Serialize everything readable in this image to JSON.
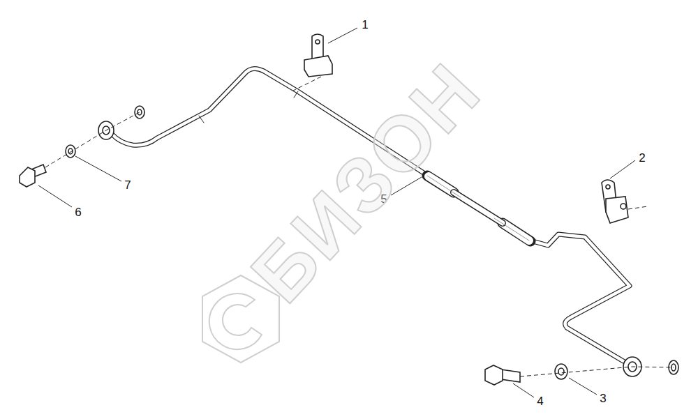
{
  "diagram": {
    "labels": [
      "1",
      "2",
      "3",
      "4",
      "5",
      "6",
      "7",
      "БИЗОН"
    ]
  }
}
